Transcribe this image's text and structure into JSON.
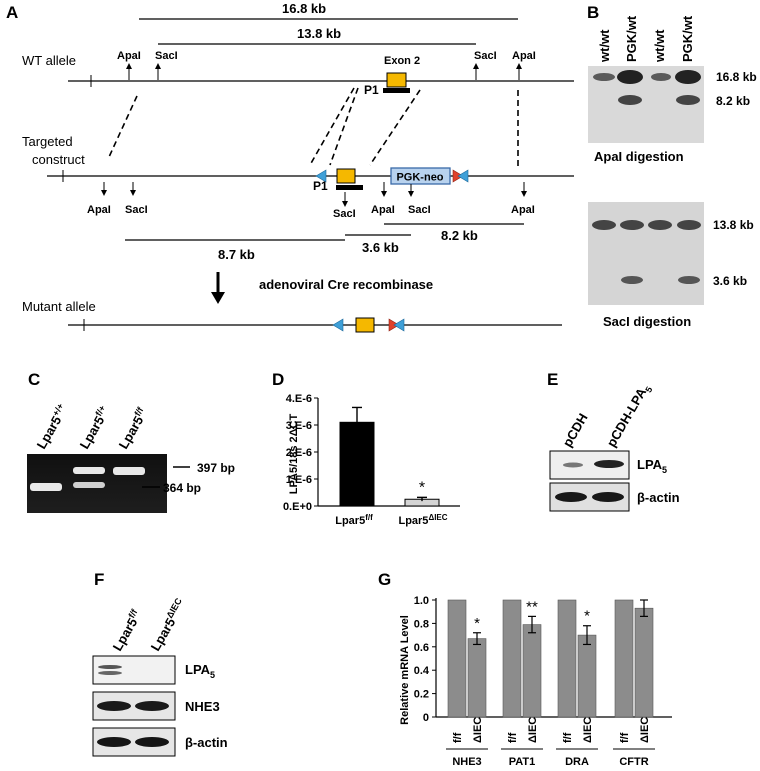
{
  "panels": {
    "A": "A",
    "B": "B",
    "C": "C",
    "D": "D",
    "E": "E",
    "F": "F",
    "G": "G"
  },
  "panel_a": {
    "span_16_8": "16.8 kb",
    "span_13_8": "13.8 kb",
    "wt_label": "WT allele",
    "targeted_label_1": "Targeted",
    "targeted_label_2": "construct",
    "mutant_label": "Mutant allele",
    "apai": "ApaI",
    "saci": "SacI",
    "exon2": "Exon 2",
    "p1": "P1",
    "pgk_neo": "PGK-neo",
    "span_8_7": "8.7 kb",
    "span_3_6": "3.6 kb",
    "span_8_2": "8.2 kb",
    "cre": "adenoviral Cre recombinase",
    "colors": {
      "exon": "#f5b800",
      "pgk_fill": "#b8d2ee",
      "pgk_stroke": "#3a6aa8",
      "loxp_blue": "#3fa0d8",
      "frt_red": "#e0412b"
    }
  },
  "panel_b": {
    "lanes": [
      "wt/wt",
      "PGK/wt",
      "wt/wt",
      "PGK/wt"
    ],
    "top_bands": [
      "16.8 kb",
      "8.2 kb"
    ],
    "top_caption": "ApaI digestion",
    "bottom_bands": [
      "13.8 kb",
      "3.6 kb"
    ],
    "bottom_caption": "SacI digestion"
  },
  "panel_c": {
    "lanes": [
      {
        "base": "Lpar5",
        "sup": "+/+"
      },
      {
        "base": "Lpar5",
        "sup": "f/+"
      },
      {
        "base": "Lpar5",
        "sup": "f/f"
      }
    ],
    "bands": [
      "397 bp",
      "364 bp"
    ]
  },
  "panel_d": {
    "chart_data": {
      "type": "bar",
      "categories": [
        "Lpar5f/f",
        "Lpar5ΔIEC"
      ],
      "values": [
        3.1e-06,
        2.5e-07
      ],
      "errors": [
        5.5e-07,
        7e-08
      ],
      "ylabel": "LPA5/18s 2ΔCT",
      "ylim": [
        0,
        4e-06
      ],
      "yticks": [
        "0.E+0",
        "1.E-6",
        "2.E-6",
        "3.E-6",
        "4.E-6"
      ],
      "colors": [
        "#000000",
        "#d4d4d4"
      ],
      "significance": [
        "",
        "*"
      ]
    },
    "cat1_base": "Lpar5",
    "cat1_sup": "f/f",
    "cat2_base": "Lpar5",
    "cat2_sup": "ΔIEC"
  },
  "panel_e": {
    "lanes": [
      "pCDH",
      "pCDH-LPA5"
    ],
    "lane2_base": "pCDH-LPA",
    "lane2_sub": "5",
    "rows": [
      {
        "base": "LPA",
        "sub": "5"
      },
      {
        "base": "β-actin",
        "sub": ""
      }
    ]
  },
  "panel_f": {
    "lane1_base": "Lpar5",
    "lane1_sup": "f/f",
    "lane2_base": "Lpar5",
    "lane2_sup": "ΔIEC",
    "rows": [
      {
        "base": "LPA",
        "sub": "5"
      },
      {
        "base": "NHE3",
        "sub": ""
      },
      {
        "base": "β-actin",
        "sub": ""
      }
    ]
  },
  "panel_g": {
    "chart_data": {
      "type": "bar",
      "groups": [
        "NHE3",
        "PAT1",
        "DRA",
        "CFTR"
      ],
      "categories": [
        "f/f",
        "ΔIEC"
      ],
      "values": [
        [
          1.0,
          0.67
        ],
        [
          1.0,
          0.79
        ],
        [
          1.0,
          0.7
        ],
        [
          1.0,
          0.93
        ]
      ],
      "errors": [
        [
          0,
          0.05
        ],
        [
          0,
          0.07
        ],
        [
          0,
          0.08
        ],
        [
          0,
          0.07
        ]
      ],
      "significance": [
        "*",
        "**",
        "*",
        ""
      ],
      "ylabel": "Relative mRNA Level",
      "ylim": [
        0,
        1.0
      ],
      "yticks": [
        "0",
        "0.2",
        "0.4",
        "0.6",
        "0.8",
        "1.0"
      ],
      "bar_color": "#8c8c8c"
    }
  }
}
